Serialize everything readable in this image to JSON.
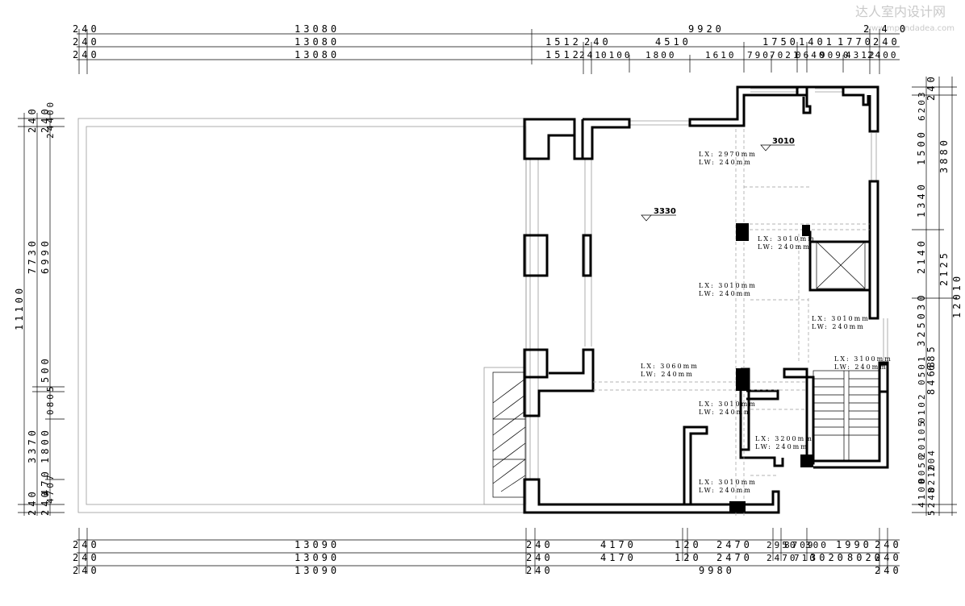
{
  "watermark": {
    "name": "达人室内设计网",
    "url": "www.mpondadea.com"
  },
  "top_dims": {
    "overall": "9920",
    "row1": [
      "240",
      "13080",
      "2 4 0"
    ],
    "row2": [
      "240",
      "13080",
      "1512",
      "240",
      "4510",
      "1750",
      "1401",
      "1770",
      "240"
    ],
    "row3": [
      "240",
      "13080",
      "1512",
      "241",
      "0100",
      "1800",
      "1610",
      "790",
      "7021",
      "0640",
      "9090",
      "4312",
      "2400"
    ]
  },
  "bottom_dims": {
    "row1": [
      "240",
      "13090",
      "240",
      "4170",
      "120",
      "2470",
      "2950",
      "8709",
      "300",
      "1990",
      "240"
    ],
    "row2": [
      "240",
      "13090",
      "240",
      "4170",
      "120",
      "2470",
      "2470",
      "710",
      "3020",
      "8020",
      "240"
    ],
    "row3": [
      "240",
      "13090",
      "240",
      "9980",
      "240"
    ]
  },
  "left_dims": {
    "overall": "11100",
    "col2": [
      "240",
      "7730",
      "3370",
      "240"
    ],
    "col3": [
      "240",
      "6990",
      "500",
      "1800",
      "470",
      "240"
    ],
    "col4": [
      "24400",
      "0805",
      "4707"
    ]
  },
  "right_dims": {
    "overall": "12010",
    "col2": [
      "3880",
      "2125"
    ],
    "col1": [
      "240",
      "6203",
      "1500",
      "1340",
      "2140",
      "30",
      "3250",
      "685",
      "0501",
      "8468",
      "0102",
      "20105",
      "204",
      "0050",
      "8210",
      "4100",
      "5240"
    ]
  },
  "levels": [
    "3010",
    "3330"
  ],
  "beams": [
    {
      "lx": "LX: 2970mm",
      "lw": "LW: 240mm"
    },
    {
      "lx": "LX: 3010mm",
      "lw": "LW: 240mm"
    },
    {
      "lx": "LX: 3010mm",
      "lw": "LW: 240mm"
    },
    {
      "lx": "LX: 3010mm",
      "lw": "LW: 240mm"
    },
    {
      "lx": "LX: 3100mm",
      "lw": "LW: 240mm"
    },
    {
      "lx": "LX: 3060mm",
      "lw": "LW: 240mm"
    },
    {
      "lx": "LX: 3010mm",
      "lw": "LW: 240mm"
    },
    {
      "lx": "LX: 3200mm",
      "lw": "LW: 240mm"
    },
    {
      "lx": "LX: 3010mm",
      "lw": "LW: 240mm"
    }
  ]
}
